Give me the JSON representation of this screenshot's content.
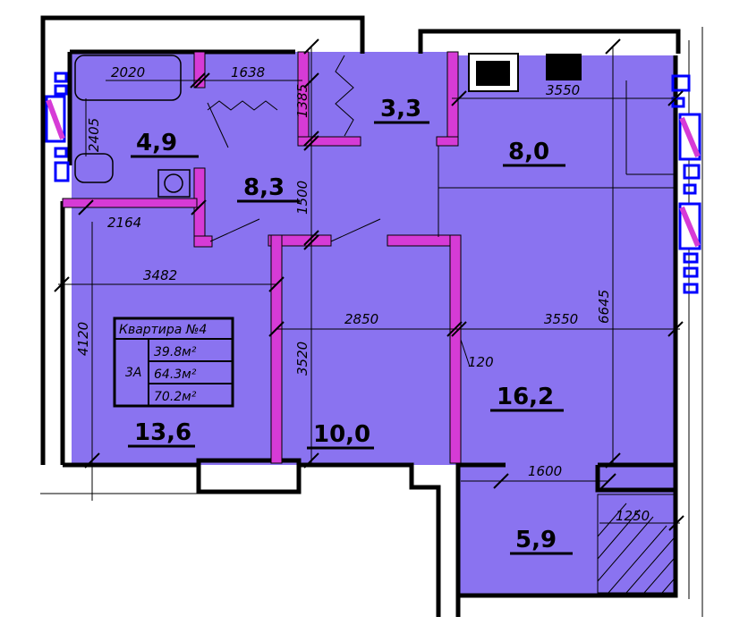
{
  "rooms": {
    "bathroom": "4,9",
    "hall": "8,3",
    "storage": "3,3",
    "kitchen": "8,0",
    "living_left": "13,6",
    "bedroom_mid": "10,0",
    "living_right": "16,2",
    "balcony": "5,9"
  },
  "dimensions": {
    "d2020": "2020",
    "d1638": "1638",
    "d1385": "1385",
    "d3550_top": "3550",
    "d2405": "2405",
    "d1500": "1500",
    "d2164": "2164",
    "d3482": "3482",
    "d2850": "2850",
    "d3550_mid": "3550",
    "d6645": "6645",
    "d4120": "4120",
    "d3520": "3520",
    "d120": "120",
    "d1600": "1600",
    "d1250": "1250"
  },
  "apartment_table": {
    "title": "Квартира №4",
    "type": "3А",
    "area_living": "39.8м²",
    "area_total": "64.3м²",
    "area_full": "70.2м²"
  },
  "colors": {
    "floor": "#8a73f0",
    "partition": "#d63bd6",
    "wall": "#000000"
  }
}
